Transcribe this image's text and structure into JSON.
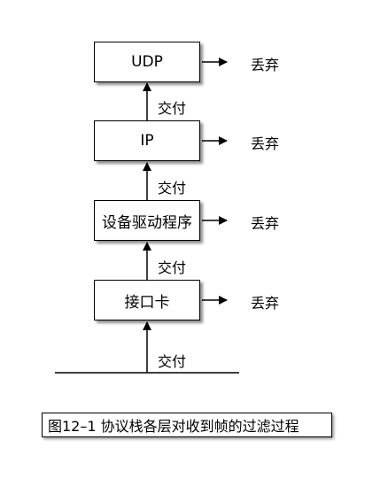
{
  "layers": [
    {
      "label": "UDP",
      "discard": "丢弃"
    },
    {
      "label": "IP",
      "discard": "丢弃"
    },
    {
      "label": "设备驱动程序",
      "discard": "丢弃"
    },
    {
      "label": "接口卡",
      "discard": "丢弃"
    }
  ],
  "deliver_labels": [
    "交付",
    "交付",
    "交付",
    "交付"
  ],
  "caption": "图12–1  协议栈各层对收到帧的过滤过程"
}
